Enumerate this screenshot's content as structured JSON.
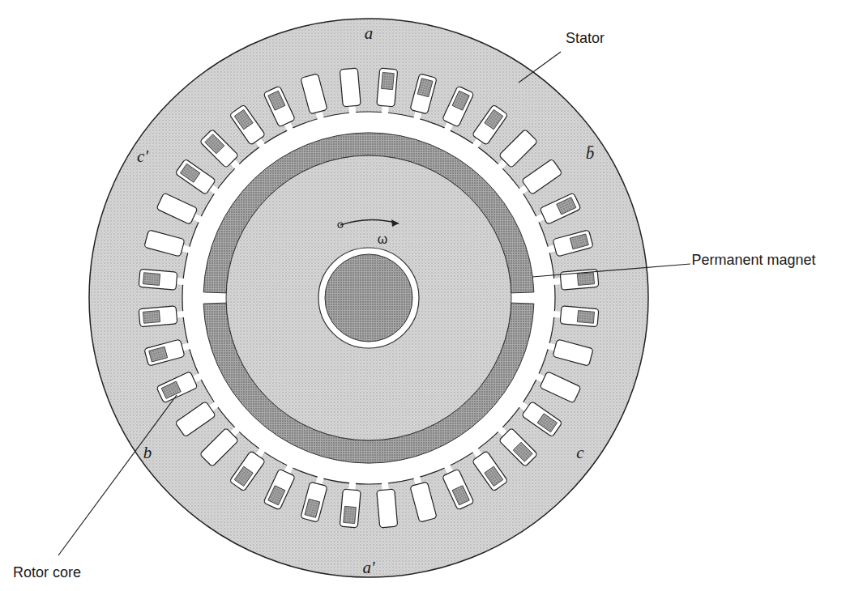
{
  "diagram": {
    "labels": [
      "a",
      "b̄",
      "c'",
      "Stator",
      "Permanent magnet",
      "ω",
      "b",
      "c",
      "a'",
      "Rotor core"
    ]
  }
}
